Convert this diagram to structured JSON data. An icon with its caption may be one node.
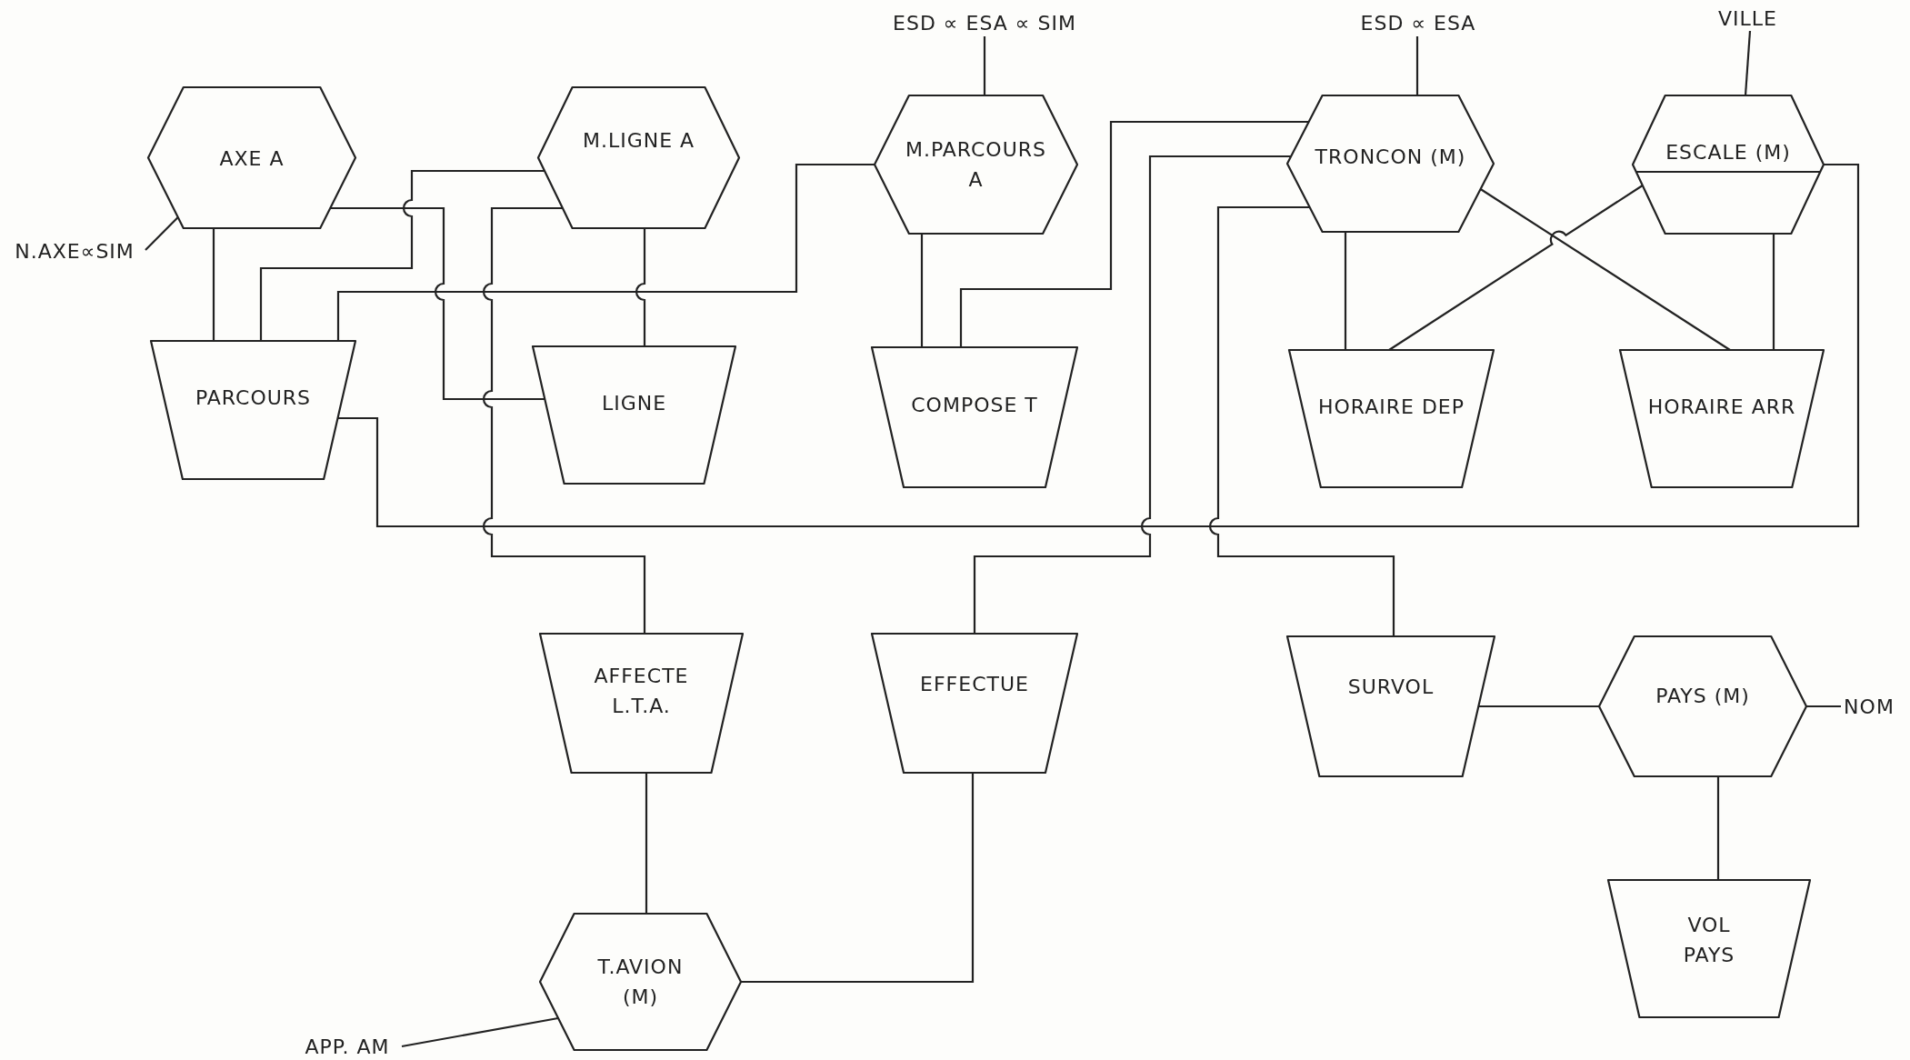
{
  "diagram": {
    "nodes": [
      {
        "text": [
          "AXE A"
        ]
      },
      {
        "text": [
          "M.LIGNE A"
        ]
      },
      {
        "text": [
          "M.PARCOURS A"
        ]
      },
      {
        "text": [
          "TRONCON (M)"
        ]
      },
      {
        "text": [
          "ESCALE (M)"
        ]
      },
      {
        "text": [
          "PARCOURS"
        ]
      },
      {
        "text": [
          "LIGNE"
        ]
      },
      {
        "text": [
          "COMPOSE T"
        ]
      },
      {
        "text": [
          "HORAIRE DEP"
        ]
      },
      {
        "text": [
          "HORAIRE ARR"
        ]
      },
      {
        "text": [
          "AFFECTE L.T.A."
        ]
      },
      {
        "text": [
          "EFFECTUE"
        ]
      },
      {
        "text": [
          "SURVOL"
        ]
      },
      {
        "text": [
          "PAYS (M)"
        ]
      },
      {
        "text": [
          "T.AVION (M)"
        ]
      },
      {
        "text": [
          "VOL PAYS"
        ]
      },
      {
        "text": [
          "N.AXE∝SIM"
        ]
      },
      {
        "text": [
          "ESD ∝ ESA ∝ SIM"
        ]
      },
      {
        "text": [
          "ESD ∝ ESA"
        ]
      },
      {
        "text": [
          "VILLE"
        ]
      },
      {
        "text": [
          "NOM"
        ]
      },
      {
        "text": [
          "APP. AM"
        ]
      }
    ],
    "edges": [
      {
        "from": 0,
        "to": 5,
        "arrow": "none"
      },
      {
        "from": 1,
        "to": 6,
        "arrow": "none"
      },
      {
        "from": 2,
        "to": 7,
        "arrow": "none"
      },
      {
        "from": 3,
        "to": 8,
        "arrow": "none"
      },
      {
        "from": 4,
        "to": 9,
        "arrow": "none"
      },
      {
        "from": 3,
        "to": 9,
        "arrow": "none"
      },
      {
        "from": 4,
        "to": 8,
        "arrow": "none"
      },
      {
        "from": 13,
        "to": 15,
        "arrow": "none"
      },
      {
        "from": 12,
        "to": 13,
        "arrow": "none"
      },
      {
        "from": 10,
        "to": 14,
        "arrow": "none"
      },
      {
        "from": 11,
        "to": 14,
        "arrow": "none"
      },
      {
        "from": 0,
        "to": 6,
        "arrow": "none"
      },
      {
        "from": 1,
        "to": 5,
        "arrow": "none"
      },
      {
        "from": 1,
        "to": 10,
        "arrow": "none"
      },
      {
        "from": 5,
        "to": 2,
        "arrow": "none"
      },
      {
        "from": 5,
        "to": 4,
        "arrow": "none"
      },
      {
        "from": 7,
        "to": 3,
        "arrow": "none"
      },
      {
        "from": 3,
        "to": 11,
        "arrow": "none"
      },
      {
        "from": 3,
        "to": 12,
        "arrow": "none"
      },
      {
        "from": 16,
        "to": 0,
        "arrow": "none"
      },
      {
        "from": 17,
        "to": 2,
        "arrow": "none"
      },
      {
        "from": 18,
        "to": 3,
        "arrow": "none"
      },
      {
        "from": 19,
        "to": 4,
        "arrow": "none"
      },
      {
        "from": 20,
        "to": 13,
        "arrow": "none"
      },
      {
        "from": 21,
        "to": 14,
        "arrow": "none"
      }
    ]
  }
}
